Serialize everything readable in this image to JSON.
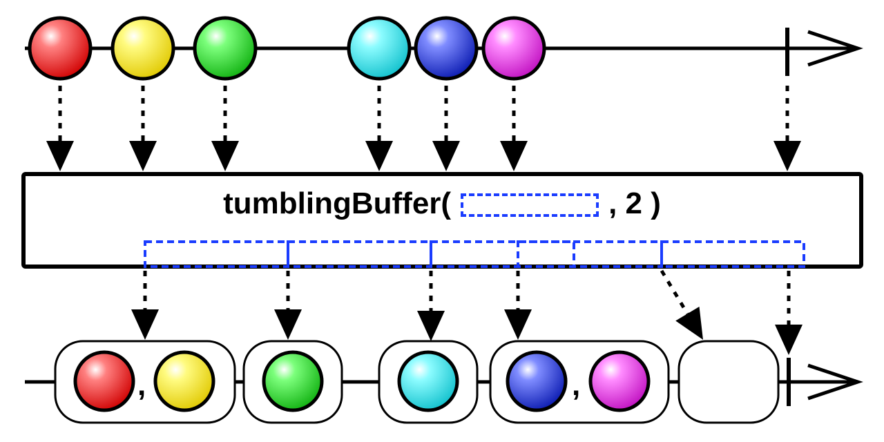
{
  "operator": {
    "name": "tumblingBuffer(",
    "arg_suffix": ", 2 )"
  },
  "input_stream": {
    "marbles": [
      {
        "color": "red"
      },
      {
        "color": "yellow"
      },
      {
        "color": "green"
      },
      {
        "color": "cyan"
      },
      {
        "color": "blue"
      },
      {
        "color": "magenta"
      }
    ],
    "completed": true
  },
  "output_stream": {
    "buffers": [
      {
        "items": [
          "red",
          "yellow"
        ]
      },
      {
        "items": [
          "green"
        ]
      },
      {
        "items": [
          "cyan"
        ]
      },
      {
        "items": [
          "blue",
          "magenta"
        ]
      },
      {
        "items": []
      }
    ],
    "separator": ",",
    "completed": true
  },
  "colors": {
    "red": "#ff2a2a",
    "yellow": "#ffee00",
    "green": "#22dd22",
    "cyan": "#22e6ee",
    "blue": "#2233dd",
    "magenta": "#ee33ee",
    "window_dash": "#1a3cff"
  }
}
